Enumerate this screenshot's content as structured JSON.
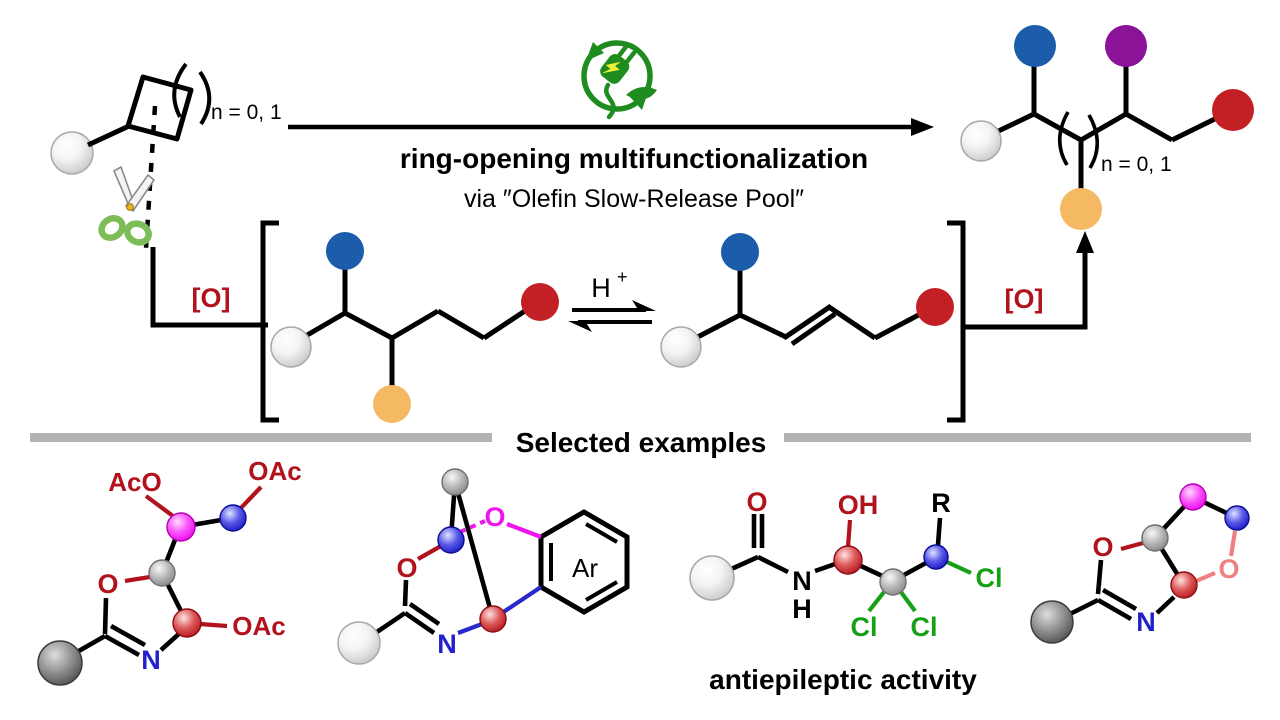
{
  "figure": {
    "reactant": {
      "ring_size_label": "n = 0, 1"
    },
    "reaction_arrow": {
      "title": "ring-opening multifunctionalization",
      "subtitle": "via ″Olefin Slow-Release Pool″"
    },
    "pool": {
      "oxidant_left": "[O]",
      "oxidant_right": "[O]",
      "proton": "H",
      "proton_charge": "+"
    },
    "product": {
      "ring_size_label": "n = 0, 1"
    },
    "divider": {
      "label": "Selected examples"
    },
    "examples": {
      "ex1": {
        "aco": "AcO",
        "oac_top": "OAc",
        "oac_right": "OAc",
        "ring_o": "O",
        "ring_n": "N"
      },
      "ex2": {
        "o_top": "O",
        "ring_o": "O",
        "ring_n": "N",
        "aryl": "Ar"
      },
      "ex3": {
        "carbonyl_o": "O",
        "amide_n": "N",
        "amide_h": "H",
        "oh": "OH",
        "r_group": "R",
        "cl_left": "Cl",
        "cl_mid": "Cl",
        "cl_right": "Cl",
        "caption": "antiepileptic activity"
      },
      "ex4": {
        "ring_o": "O",
        "peroxo_o": "O",
        "ring_n": "N"
      }
    },
    "icons": {
      "scissors": "scissors-icon",
      "green_energy": "recycle-plug-leaf-icon"
    },
    "colors": {
      "dark_red_label": "#b2121b",
      "atom_blue": "#2121cc",
      "cl_green": "#16a016",
      "magenta": "#ee14ee",
      "pink_o": "#ef8080",
      "sphere_blue": "#1b5cab",
      "sphere_purple": "#8a1398",
      "sphere_red": "#c32026",
      "sphere_orange": "#f4b962",
      "icon_green": "#1f8c1f",
      "divider_gray": "#b3b3b3"
    }
  }
}
